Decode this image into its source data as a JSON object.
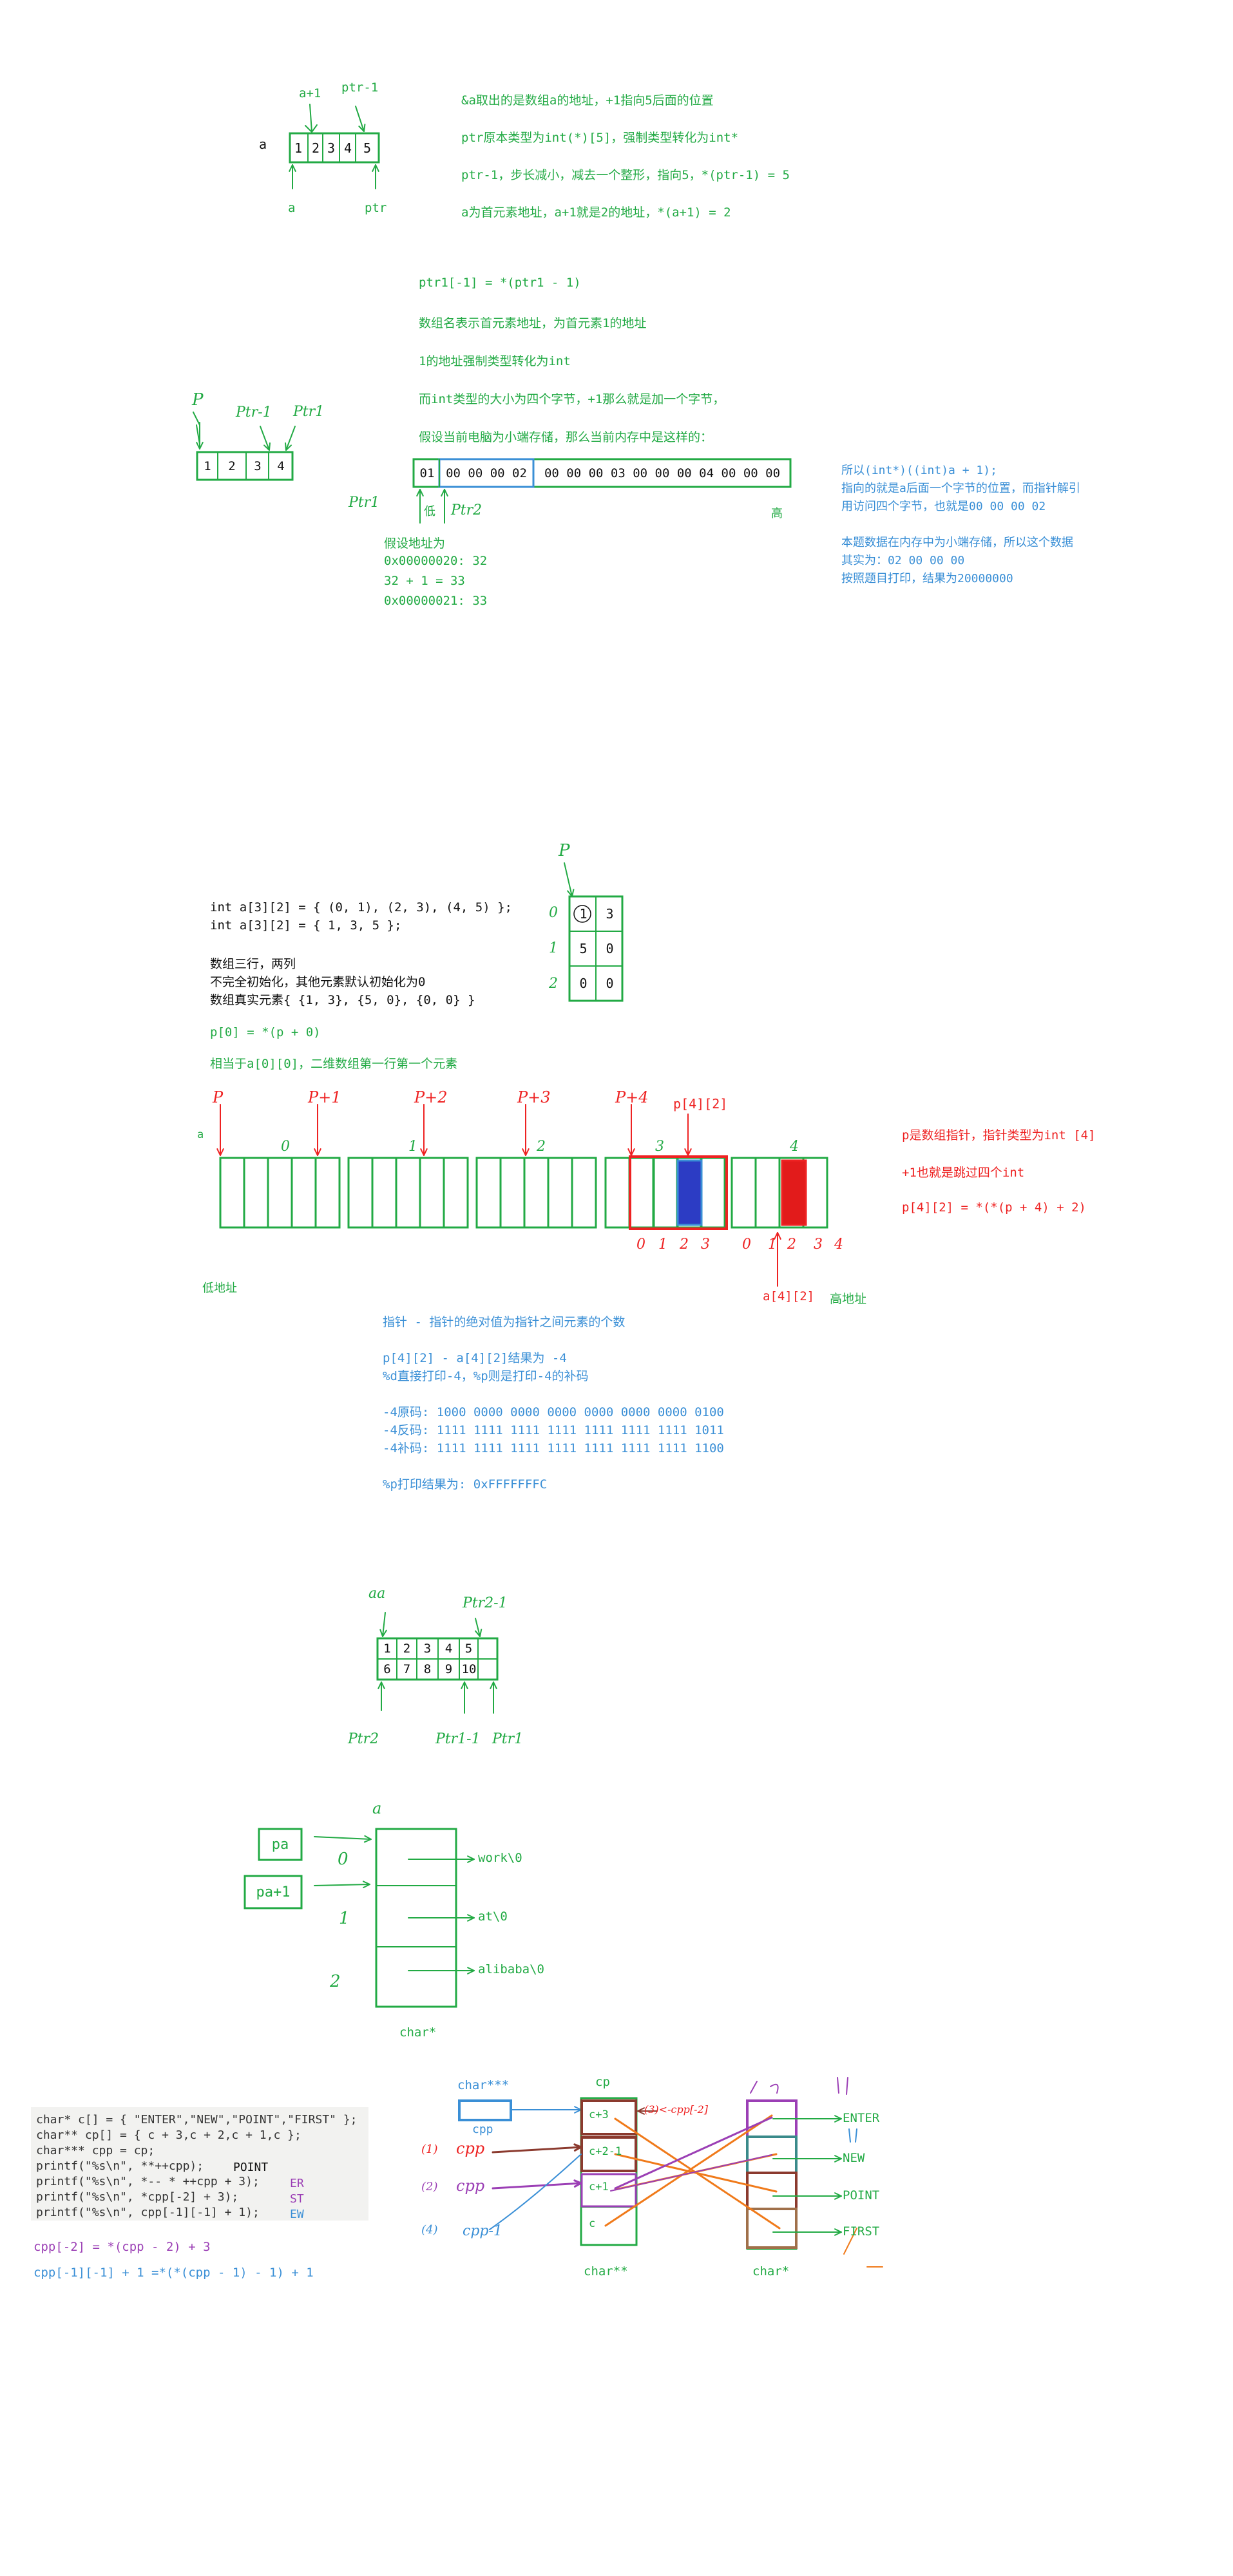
{
  "colors": {
    "green": "#22aa44",
    "blue": "#3a8fd6",
    "red": "#ee2222",
    "purple": "#9b3fb5",
    "orange": "#f07a1a",
    "brown": "#8b3a2e",
    "code_bg": "#f2f2f0"
  },
  "s1": {
    "a_label": "a",
    "arr": [
      "1",
      "2",
      "3",
      "4",
      "5"
    ],
    "top_left": "a+1",
    "top_right": "ptr-1",
    "bottom_left": "a",
    "bottom_right": "ptr",
    "notes": [
      "&a取出的是数组a的地址，+1指向5后面的位置",
      "ptr原本类型为int(*)[5]，强制类型转化为int*",
      "ptr-1，步长减小，减去一个整形，指向5，*(ptr-1) = 5",
      "a为首元素地址，a+1就是2的地址，*(a+1) = 2"
    ]
  },
  "s2": {
    "notes": [
      "ptr1[-1] = *(ptr1 - 1)",
      "数组名表示首元素地址，为首元素1的地址",
      "1的地址强制类型转化为int",
      "而int类型的大小为四个字节，+1那么就是加一个字节，",
      "假设当前电脑为小端存储，那么当前内存中是这样的："
    ],
    "arr": [
      "1",
      "2",
      "3",
      "4"
    ],
    "hw_p": "P",
    "hw_ptr1_minus": "Ptr-1",
    "hw_ptr1": "Ptr1",
    "mem": [
      "01",
      "00 00 00 02",
      "00 00 00 03 00 00 00 04 00 00 00"
    ],
    "hw_ptr1_b": "Ptr1",
    "low": "低",
    "hw_ptr2": "Ptr2",
    "high": "高",
    "addr": [
      "假设地址为",
      "0x00000020: 32",
      "32 + 1 = 33",
      "0x00000021: 33"
    ],
    "right": [
      "所以(int*)((int)a + 1);",
      "指向的就是a后面一个字节的位置，而指针解引",
      "用访问四个字节，也就是00 00 00 02",
      "",
      "本题数据在内存中为小端存储，所以这个数据",
      "其实为：02 00 00 00",
      "按照题目打印，结果为20000000"
    ]
  },
  "s3": {
    "code": [
      "int a[3][2] = { (0, 1), (2, 3), (4, 5) };",
      "int a[3][2] = { 1, 3, 5 };",
      "",
      "数组三行，两列",
      "不完全初始化，其他元素默认初始化为0",
      "数组真实元素{ {1, 3}, {5, 0}, {0, 0} }"
    ],
    "p0": "p[0] = *(p + 0)",
    "p0note": "相当于a[0][0]，二维数组第一行第一个元素",
    "hw_p": "P",
    "grid": [
      [
        "1",
        "3"
      ],
      [
        "5",
        "0"
      ],
      [
        "0",
        "0"
      ]
    ],
    "rows": [
      "0",
      "1",
      "2"
    ]
  },
  "s4": {
    "hw_labels": [
      "P",
      "P+1",
      "P+2",
      "P+3",
      "P+4",
      "p[4][2]"
    ],
    "a": "a",
    "groups": [
      "0",
      "1",
      "2",
      "3",
      "4"
    ],
    "sub_left": [
      "0",
      "1",
      "2",
      "3"
    ],
    "sub_right": [
      "0",
      "1",
      "2",
      "3",
      "4"
    ],
    "a42": "a[4][2]",
    "low": "低地址",
    "high": "高地址",
    "right": [
      "p是数组指针，指针类型为int [4]",
      "+1也就是跳过四个int",
      "p[4][2] = *(*(p + 4) + 2)"
    ],
    "notes": [
      "指针 - 指针的绝对值为指针之间元素的个数",
      "",
      "p[4][2] - a[4][2]结果为 -4",
      "%d直接打印-4，%p则是打印-4的补码",
      "",
      "-4原码: 1000 0000 0000 0000 0000 0000 0000 0100",
      "-4反码: 1111 1111 1111 1111 1111 1111 1111 1011",
      "-4补码: 1111 1111 1111 1111 1111 1111 1111 1100",
      "",
      "%p打印结果为: 0xFFFFFFFC"
    ]
  },
  "s5": {
    "row1": [
      "1",
      "2",
      "3",
      "4",
      "5"
    ],
    "row2": [
      "6",
      "7",
      "8",
      "9",
      "10"
    ],
    "top_left": "aa",
    "top_right": "Ptr2-1",
    "bottom_left": "Ptr2",
    "bottom_mid": "Ptr1-1",
    "bottom_right": "Ptr1"
  },
  "s6": {
    "pa": "pa",
    "pa1": "pa+1",
    "a": "a",
    "idx": [
      "0",
      "1",
      "2"
    ],
    "strs": [
      "work\\0",
      "at\\0",
      "alibaba\\0"
    ],
    "caption": "char*"
  },
  "s7": {
    "code": [
      "char* c[] = { \"ENTER\",\"NEW\",\"POINT\",\"FIRST\" };",
      "char** cp[] = { c + 3,c + 2,c + 1,c };",
      "char*** cpp = cp;",
      "printf(\"%s\\n\", **++cpp);",
      "printf(\"%s\\n\", *-- * ++cpp + 3);",
      "printf(\"%s\\n\", *cpp[-2] + 3);",
      "printf(\"%s\\n\", cpp[-1][-1] + 1);"
    ],
    "outs": [
      "POINT",
      "ER",
      "ST",
      "EW"
    ],
    "eq1": "cpp[-2] = *(cpp - 2) + 3",
    "eq2": "cpp[-1][-1] + 1 =*(*(cpp - 1) - 1) + 1",
    "c3": "char***",
    "cpp": "cpp",
    "cp": "cp",
    "cp_cells": [
      "c+3",
      "c+2-1",
      "c+1",
      "c"
    ],
    "cp_caption": "char**",
    "c_caption": "char*",
    "words": [
      "ENTER",
      "NEW",
      "POINT",
      "FIRST"
    ],
    "hw_left": [
      "(1)",
      "cpp",
      "(2)",
      "cpp",
      "(4)",
      "cpp-1"
    ],
    "hw_note": "(3)<-cpp[-2]"
  }
}
